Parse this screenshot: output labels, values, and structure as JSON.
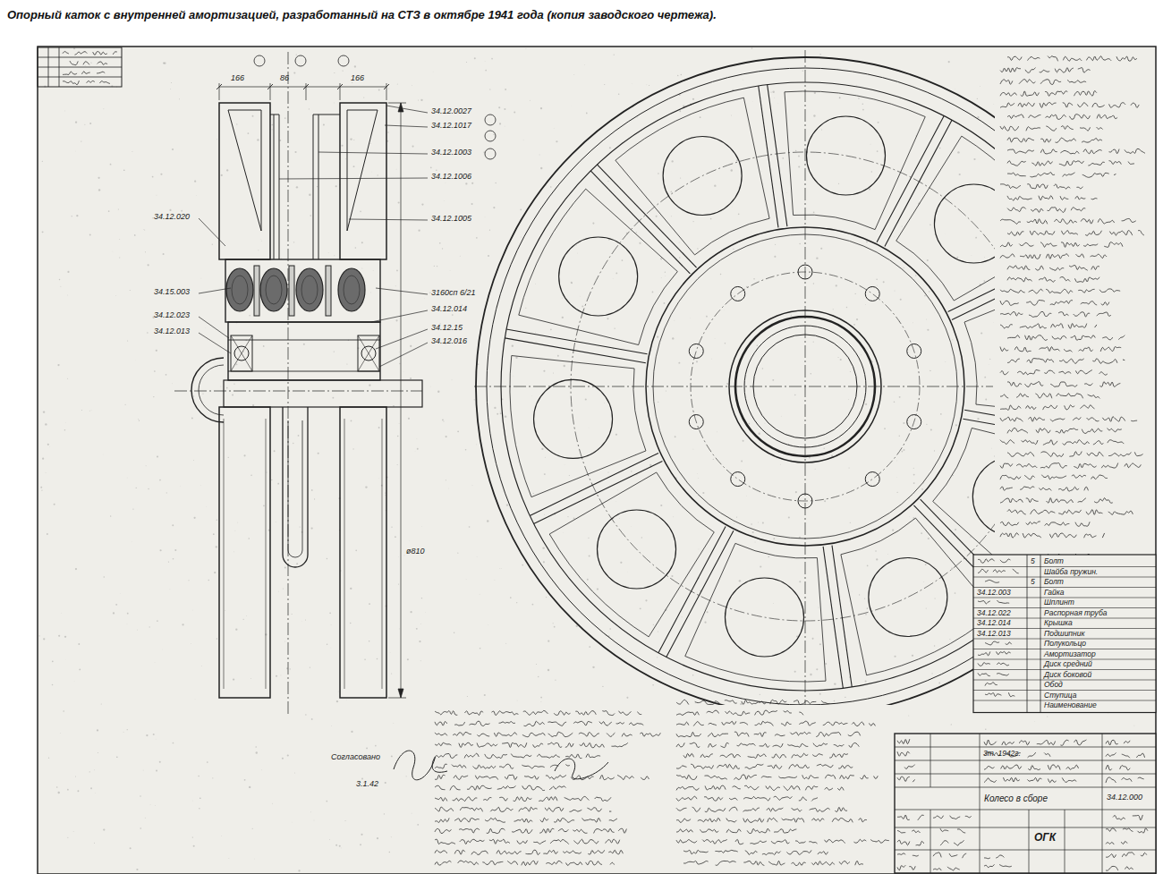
{
  "diagram": {
    "title": "Опорный каток с внутренней амортизацией, разработанный на СТЗ в октябре 1941 года (копия заводского чертежа).",
    "labels": [
      "166",
      "86",
      "166",
      "34.12.0027",
      "34.12.1017",
      "34.12.1003",
      "34.12.1006",
      "34.12.1005",
      "3160сп 6/21",
      "34.12.014",
      "34.12.15",
      "34.12.016",
      "34.12.020",
      "34.15.003",
      "34.12.023",
      "34.12.013",
      "ø810",
      "5",
      "Болт",
      "Шайба пружин.",
      "5",
      "Болт",
      "34.12.003",
      "Гайка",
      "Шплинт",
      "34.12.022",
      "Распорная труба",
      "34.12.014",
      "Крышка",
      "34.12.013",
      "Подшипник",
      "Полукольцо",
      "Амортизатор",
      "Диск средний",
      "Диск боковой",
      "Обод",
      "Ступица",
      "Наименование",
      "3т. 1942г.",
      "Колесо в сборе",
      "34.12.000",
      "ОГК",
      "3.1.42",
      "Согласовано"
    ]
  }
}
